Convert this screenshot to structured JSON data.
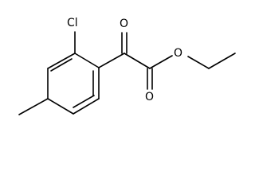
{
  "structure": {
    "atoms": [
      {
        "id": "cl",
        "label": "Cl"
      },
      {
        "id": "o_ketone",
        "label": "O"
      },
      {
        "id": "o_ester",
        "label": "O"
      },
      {
        "id": "o_carbonyl",
        "label": "O"
      }
    ]
  },
  "colors": {
    "bond": "#000000",
    "label": "#000000",
    "background": "#ffffff"
  }
}
